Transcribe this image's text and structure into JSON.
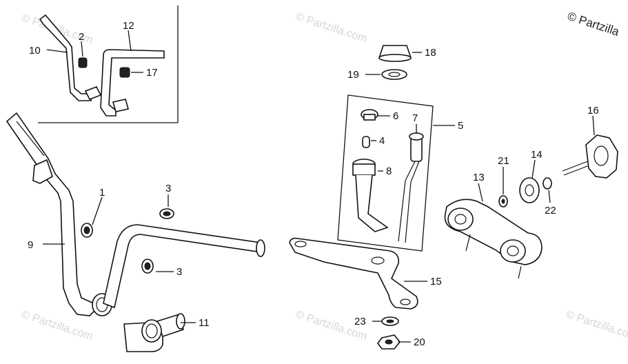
{
  "copyright": "© Partzilla",
  "watermark": "© Partzilla.com",
  "labels": {
    "p1": "1",
    "p2": "2",
    "p3a": "3",
    "p3b": "3",
    "p4": "4",
    "p5": "5",
    "p6": "6",
    "p7": "7",
    "p8": "8",
    "p9": "9",
    "p10": "10",
    "p11": "11",
    "p12": "12",
    "p13": "13",
    "p14": "14",
    "p15": "15",
    "p16": "16",
    "p17": "17",
    "p18": "18",
    "p19": "19",
    "p20": "20",
    "p21": "21",
    "p22": "22",
    "p23": "23"
  }
}
